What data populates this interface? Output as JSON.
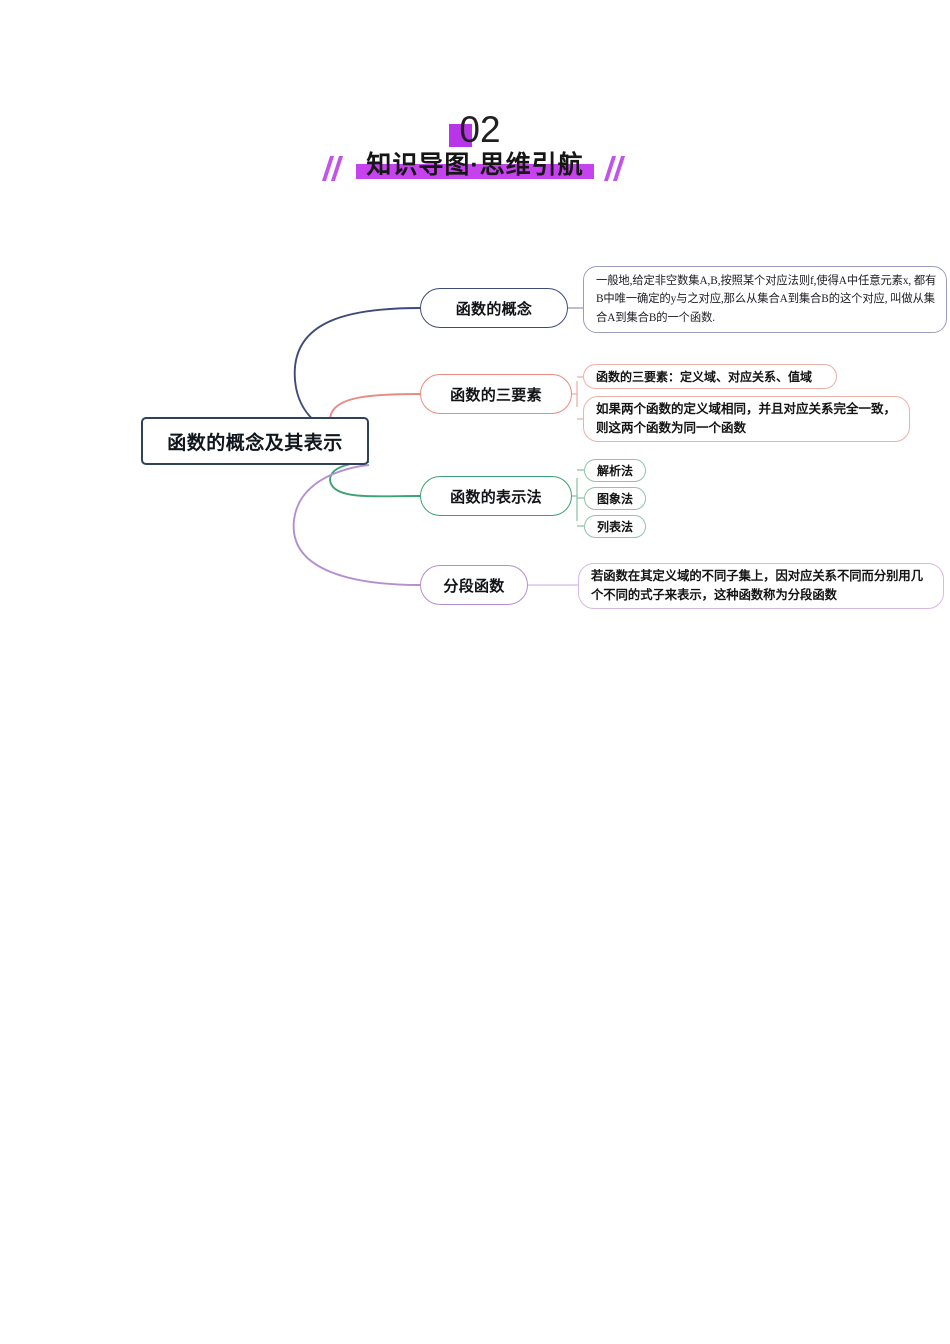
{
  "header": {
    "number": "02",
    "title": "知识导图·思维引航",
    "accent_color": "#c742ef",
    "square_color": "#b935e8",
    "slash_color": "#c254e8",
    "left_slashes_icon": "double-slash-icon",
    "right_slashes_icon": "double-slash-icon"
  },
  "mindmap": {
    "root": {
      "label": "函数的概念及其表示",
      "border_color": "#2f4259"
    },
    "branches": [
      {
        "label": "函数的概念",
        "color": "#3e4a7e",
        "details": [
          {
            "text": "一般地,给定非空数集A,B,按照某个对应法则f,使得A中任意元素x, 都有B中唯一确定的y与之对应,那么从集合A到集合B的这个对应, 叫做从集合A到集合B的一个函数."
          }
        ]
      },
      {
        "label": "函数的三要素",
        "color": "#e98a83",
        "details": [
          {
            "text": "函数的三要素：定义域、对应关系、值域"
          },
          {
            "text": "如果两个函数的定义域相同，并且对应关系完全一致，则这两个函数为同一个函数"
          }
        ]
      },
      {
        "label": "函数的表示法",
        "color": "#3ba273",
        "details": [
          {
            "text": "解析法"
          },
          {
            "text": "图象法"
          },
          {
            "text": "列表法"
          }
        ]
      },
      {
        "label": "分段函数",
        "color": "#b48ed0",
        "details": [
          {
            "text": "若函数在其定义域的不同子集上，因对应关系不同而分别用几个不同的式子来表示，这种函数称为分段函数"
          }
        ]
      }
    ]
  }
}
